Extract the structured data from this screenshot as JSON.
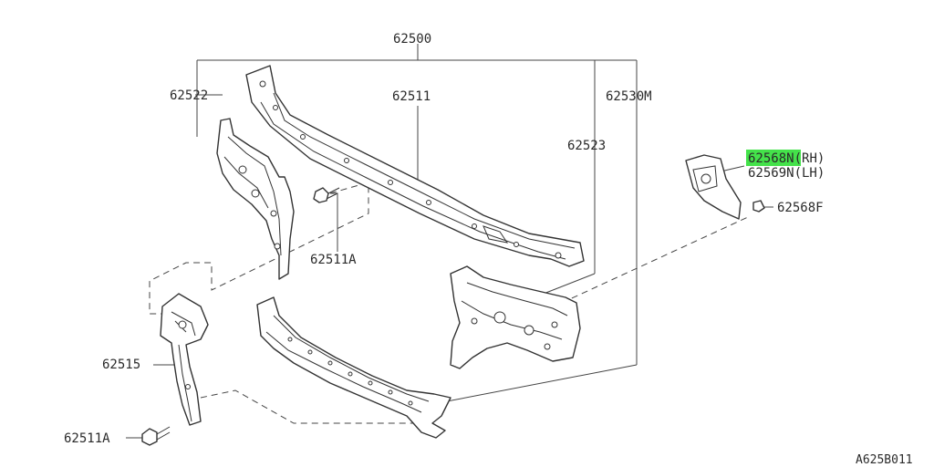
{
  "parts": {
    "assembly": "62500",
    "upper_support": "62511",
    "upper_support_bolt_upper": "62511A",
    "upper_support_bolt_lower": "62511A",
    "left_side_support": "62522",
    "right_side_support": "62523",
    "lower_support": "62530M",
    "left_lower_stay": "62515",
    "clip_prefix_highlighted": "62568",
    "clip_rh_suffix": "N(RH)",
    "clip_lh": "62569N(LH)",
    "fastener": "62568F"
  },
  "diagram_code": "A625B011",
  "colors": {
    "highlight": "#44e24a",
    "line": "#333333"
  }
}
